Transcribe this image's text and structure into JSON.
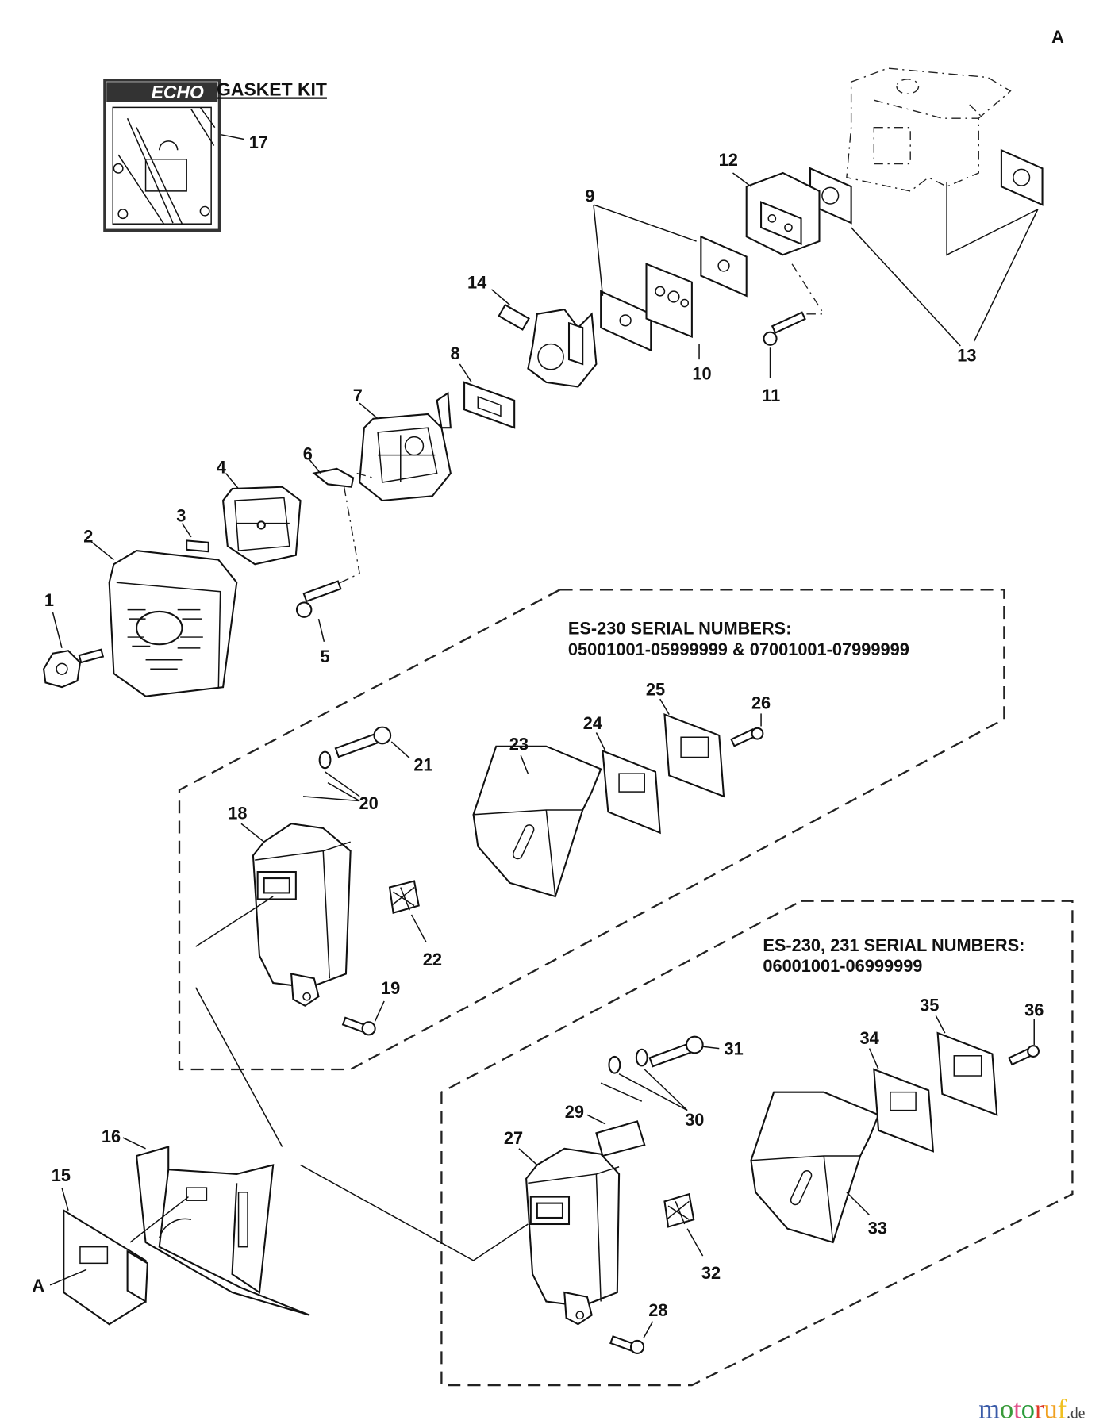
{
  "kit": {
    "brand": "ECHO",
    "title": "GASKET KIT"
  },
  "sections": [
    {
      "line1": "ES-230 SERIAL NUMBERS:",
      "line2": "05001001-05999999 & 07001001-07999999"
    },
    {
      "line1": "ES-230, 231 SERIAL NUMBERS:",
      "line2": "06001001-06999999"
    }
  ],
  "callouts": {
    "1": "1",
    "2": "2",
    "3": "3",
    "4": "4",
    "5": "5",
    "6": "6",
    "7": "7",
    "8": "8",
    "9": "9",
    "10": "10",
    "11": "11",
    "12": "12",
    "13": "13",
    "14": "14",
    "15": "15",
    "16": "16",
    "17": "17",
    "18": "18",
    "19": "19",
    "20": "20",
    "21": "21",
    "22": "22",
    "23": "23",
    "24": "24",
    "25": "25",
    "26": "26",
    "27": "27",
    "28": "28",
    "29": "29",
    "30": "30",
    "31": "31",
    "32": "32",
    "33": "33",
    "34": "34",
    "35": "35",
    "36": "36",
    "A_top": "A",
    "A_bottom": "A"
  },
  "watermark": {
    "text": "motoruf",
    "suffix": ".de",
    "colors": [
      "#3a5ba8",
      "#3a9a3a",
      "#e0508a",
      "#2a9a3a",
      "#e03a2a",
      "#f0a020",
      "#f0c020"
    ]
  }
}
